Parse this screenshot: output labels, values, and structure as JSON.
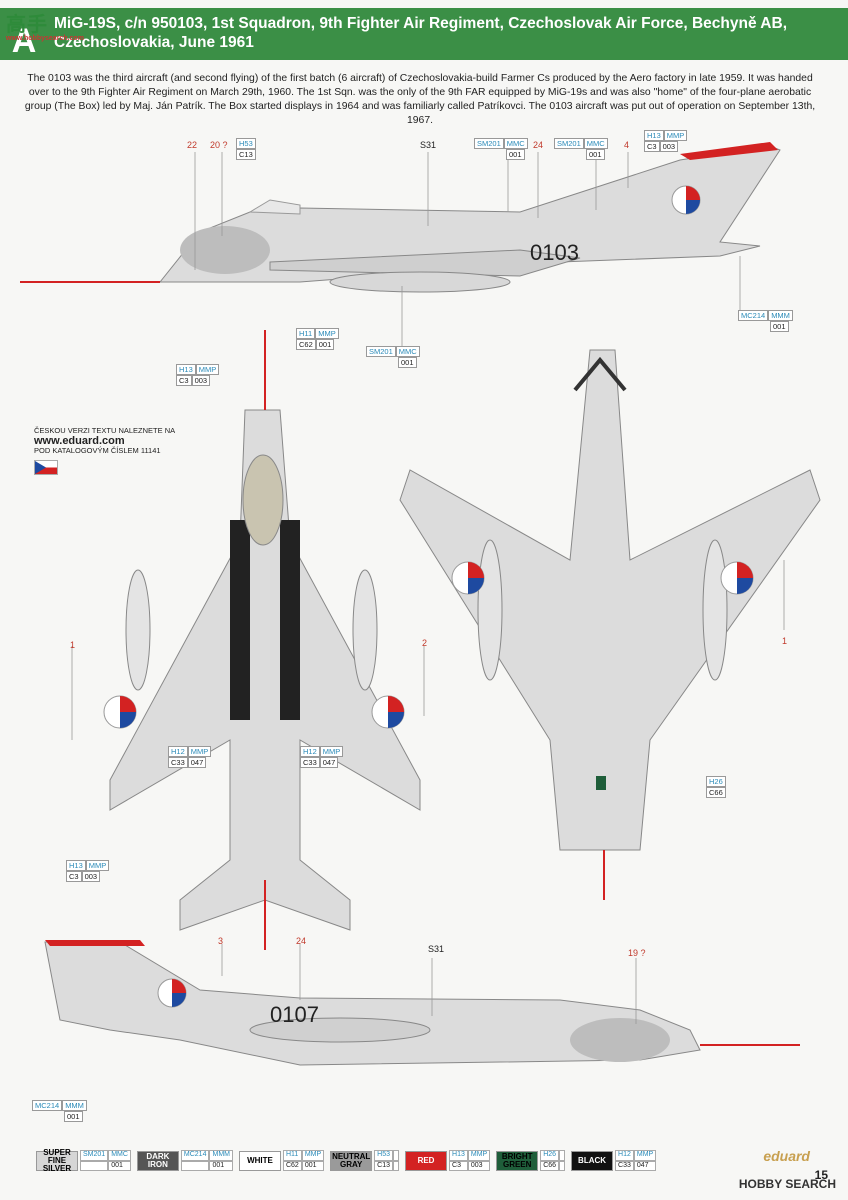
{
  "header": {
    "marker": "A",
    "title": "MiG-19S, c/n 950103, 1st Squadron, 9th Fighter Air Regiment, Czechoslovak Air Force, Bechyně AB, Czechoslovakia, June 1961"
  },
  "intro": "The 0103 was the third aircraft (and second flying) of the first batch (6 aircraft) of Czechoslovakia-build Farmer Cs produced by the Aero factory in late 1959. It was handed over to the 9th Fighter Air Regiment on March 29th, 1960. The 1st Sqn. was the only of the 9th FAR equipped by MiG-19s and was also \"home\" of the four-plane aerobatic group (The Box) led by Maj. Ján Patrík. The Box started displays in 1964 and was familiarly called Patríkovci. The 0103 aircraft was put out of operation on September 13th, 1967.",
  "watermark": {
    "main": "高手",
    "sub": "www.hobbysearch.com"
  },
  "czech_note": {
    "line1": "ČESKOU VERZI TEXTU NALEZNETE NA",
    "url": "www.eduard.com",
    "line2": "POD KATALOGOVÝM ČÍSLEM 11141"
  },
  "serial": "0103",
  "serial_bottom": "0107",
  "callouts": {
    "c22": "22",
    "c20": "20 ?",
    "s31": "S31",
    "c24": "24",
    "c4": "4",
    "c1a": "1",
    "c2": "2",
    "c1b": "1",
    "c3": "3",
    "c24b": "24",
    "s31b": "S31",
    "c19": "19 ?"
  },
  "paints": {
    "h53_c13": {
      "h": "H53",
      "c": "C13"
    },
    "sm201": {
      "s": "SM201",
      "m": "MMC",
      "n": "001"
    },
    "h13": {
      "h": "H13",
      "m": "MMP",
      "c": "C3",
      "n": "003"
    },
    "h11": {
      "h": "H11",
      "m": "MMP",
      "c": "C62",
      "n": "001"
    },
    "mc214": {
      "s": "MC214",
      "m": "MMM",
      "n": "001"
    },
    "h12": {
      "h": "H12",
      "m": "MMP",
      "c": "C33",
      "n": "047"
    },
    "h26": {
      "h": "H26",
      "c": "C66"
    }
  },
  "legend": [
    {
      "name": "SUPER FINE SILVER",
      "color": "#d6d6d6",
      "text": "#000",
      "c1": "SM201",
      "c2": "MMC",
      "c3": "",
      "c4": "001"
    },
    {
      "name": "DARK IRON",
      "color": "#555555",
      "text": "#fff",
      "c1": "MC214",
      "c2": "MMM",
      "c3": "",
      "c4": "001"
    },
    {
      "name": "WHITE",
      "color": "#ffffff",
      "text": "#000",
      "c1": "H11",
      "c2": "MMP",
      "c3": "C62",
      "c4": "001"
    },
    {
      "name": "NEUTRAL GRAY",
      "color": "#9a9a9a",
      "text": "#000",
      "c1": "H53",
      "c2": "",
      "c3": "C13",
      "c4": ""
    },
    {
      "name": "RED",
      "color": "#d32222",
      "text": "#fff",
      "c1": "H13",
      "c2": "MMP",
      "c3": "C3",
      "c4": "003"
    },
    {
      "name": "BRIGHT GREEN",
      "color": "#1f5e3a",
      "text": "#000",
      "c1": "H26",
      "c2": "",
      "c3": "C66",
      "c4": ""
    },
    {
      "name": "BLACK",
      "color": "#111111",
      "text": "#fff",
      "c1": "H12",
      "c2": "MMP",
      "c3": "C33",
      "c4": "047"
    }
  ],
  "brand": "eduard",
  "page_number": "15",
  "hobby": "HOBBY SEARCH"
}
